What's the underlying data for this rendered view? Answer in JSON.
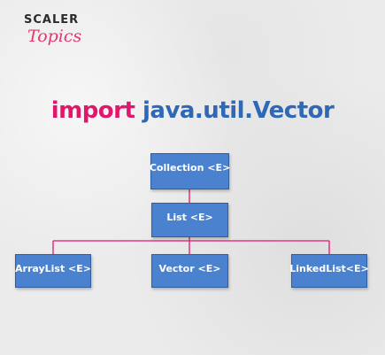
{
  "logo": {
    "line1": "SCALER",
    "line2": "Topics"
  },
  "title": {
    "keyword": "import",
    "package": "java.util.Vector"
  },
  "colors": {
    "accent_pink": "#e0186c",
    "title_blue": "#2f68b5",
    "node_fill": "#4a82d0",
    "connector": "#e0186c"
  },
  "diagram": {
    "root": "Collection <E>",
    "child": "List <E>",
    "leaves": [
      "ArrayList <E>",
      "Vector <E>",
      "LinkedList<E>"
    ]
  }
}
